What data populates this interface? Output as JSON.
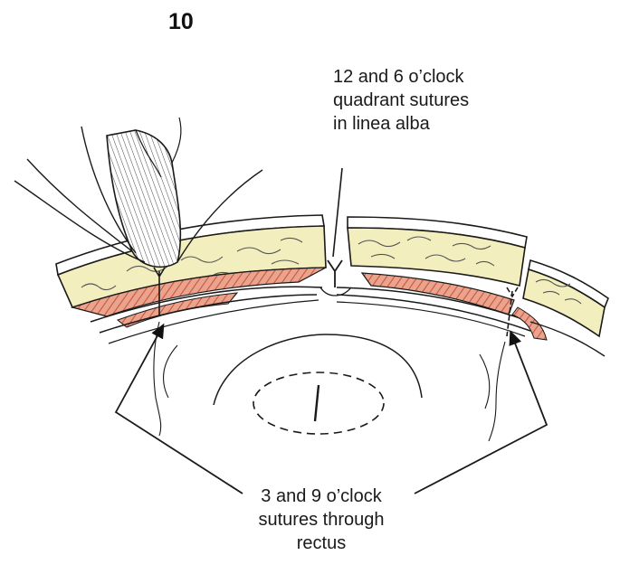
{
  "figure": {
    "number": "10",
    "label_top": [
      "12 and 6 o’clock",
      "quadrant sutures",
      "in linea alba"
    ],
    "label_bottom": [
      "3 and 9 o’clock",
      "sutures through",
      "rectus"
    ],
    "colors": {
      "ink": "#1a1a1a",
      "fat": "#f3eebe",
      "muscle": "#e59a83",
      "muscle_stripe": "#c9553f",
      "background": "#ffffff"
    }
  }
}
